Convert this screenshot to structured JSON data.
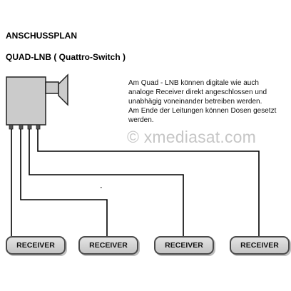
{
  "diagram": {
    "title": "ANSCHUSSPLAN",
    "subtitle": "QUAD-LNB ( Quattro-Switch )",
    "description_lines": [
      "Am Quad - LNB können digitale wie auch",
      "analoge Receiver direkt angeschlossen und",
      "unabhägig voneinander betreiben werden.",
      "Am Ende der Leitungen können Dosen gesetzt",
      "werden."
    ],
    "watermark": "© xmediasat.com",
    "receivers": [
      {
        "label": "RECEIVER"
      },
      {
        "label": "RECEIVER"
      },
      {
        "label": "RECEIVER"
      },
      {
        "label": "RECEIVER"
      }
    ],
    "colors": {
      "line": "#000000",
      "lnb_body": "#c8c8c8",
      "receiver_fill": "#d4d4d4",
      "watermark": "#c6c6c6"
    }
  }
}
